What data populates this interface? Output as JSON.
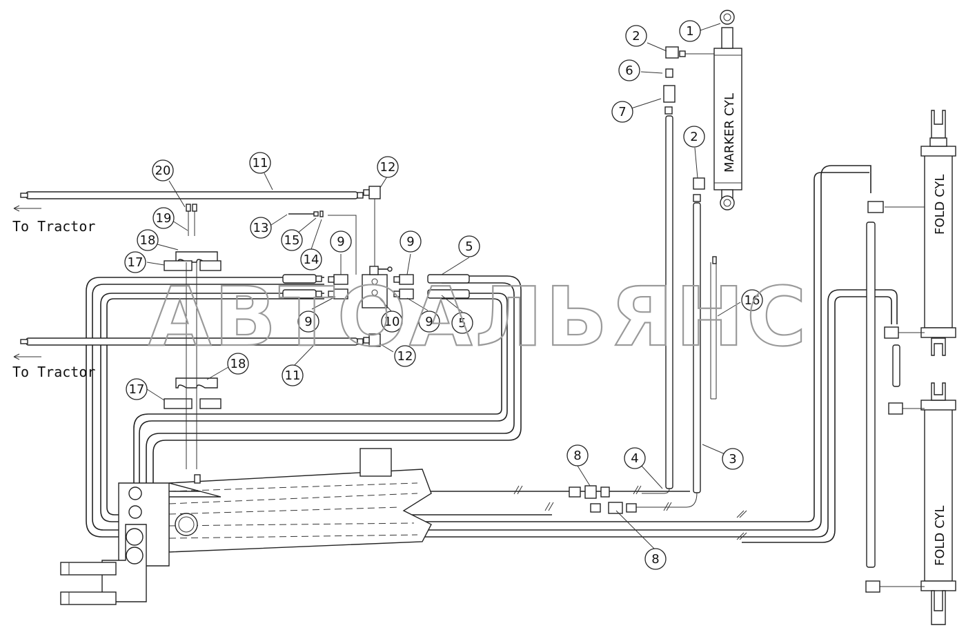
{
  "watermark": "АВТОАЛЬЯНС",
  "labels": {
    "to_tractor_upper": "To Tractor",
    "to_tractor_lower": "To Tractor",
    "marker_cyl": "MARKER CYL",
    "fold_cyl_upper": "FOLD CYL",
    "fold_cyl_lower": "FOLD CYL"
  },
  "callouts": [
    {
      "id": "c1",
      "num": "1"
    },
    {
      "id": "c2a",
      "num": "2"
    },
    {
      "id": "c2b",
      "num": "2"
    },
    {
      "id": "c3",
      "num": "3"
    },
    {
      "id": "c4",
      "num": "4"
    },
    {
      "id": "c5a",
      "num": "5"
    },
    {
      "id": "c5b",
      "num": "5"
    },
    {
      "id": "c6",
      "num": "6"
    },
    {
      "id": "c7",
      "num": "7"
    },
    {
      "id": "c8a",
      "num": "8"
    },
    {
      "id": "c8b",
      "num": "8"
    },
    {
      "id": "c9a",
      "num": "9"
    },
    {
      "id": "c9b",
      "num": "9"
    },
    {
      "id": "c9c",
      "num": "9"
    },
    {
      "id": "c9d",
      "num": "9"
    },
    {
      "id": "c10",
      "num": "10"
    },
    {
      "id": "c11a",
      "num": "11"
    },
    {
      "id": "c11b",
      "num": "11"
    },
    {
      "id": "c12a",
      "num": "12"
    },
    {
      "id": "c12b",
      "num": "12"
    },
    {
      "id": "c13",
      "num": "13"
    },
    {
      "id": "c14",
      "num": "14"
    },
    {
      "id": "c15",
      "num": "15"
    },
    {
      "id": "c16",
      "num": "16"
    },
    {
      "id": "c17a",
      "num": "17"
    },
    {
      "id": "c17b",
      "num": "17"
    },
    {
      "id": "c18a",
      "num": "18"
    },
    {
      "id": "c18b",
      "num": "18"
    },
    {
      "id": "c19",
      "num": "19"
    },
    {
      "id": "c20",
      "num": "20"
    }
  ]
}
